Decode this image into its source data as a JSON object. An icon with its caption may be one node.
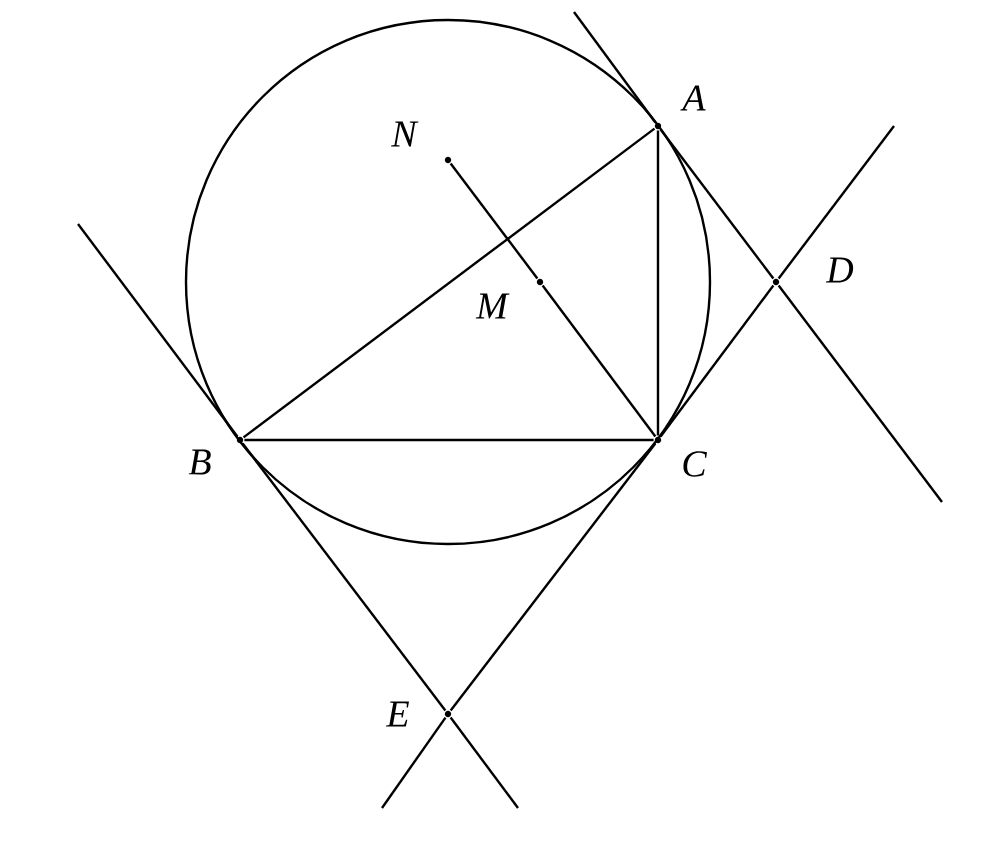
{
  "diagram": {
    "nodes": [
      {
        "text": [
          "A"
        ]
      },
      {
        "text": [
          "B"
        ]
      },
      {
        "text": [
          "C"
        ]
      },
      {
        "text": [
          "D"
        ]
      },
      {
        "text": [
          "E"
        ]
      },
      {
        "text": [
          "N"
        ]
      },
      {
        "text": [
          "M"
        ]
      }
    ],
    "edges": [
      {
        "from": 0,
        "to": 1,
        "arrow": "none"
      },
      {
        "from": 1,
        "to": 2,
        "arrow": "none"
      },
      {
        "from": 0,
        "to": 2,
        "arrow": "none"
      },
      {
        "from": 5,
        "to": 6,
        "arrow": "none"
      },
      {
        "from": 6,
        "to": 2,
        "arrow": "none"
      },
      {
        "from": 0,
        "to": 3,
        "arrow": "none"
      },
      {
        "from": 2,
        "to": 3,
        "arrow": "none"
      },
      {
        "from": 1,
        "to": 4,
        "arrow": "none"
      },
      {
        "from": 2,
        "to": 4,
        "arrow": "none"
      }
    ]
  }
}
